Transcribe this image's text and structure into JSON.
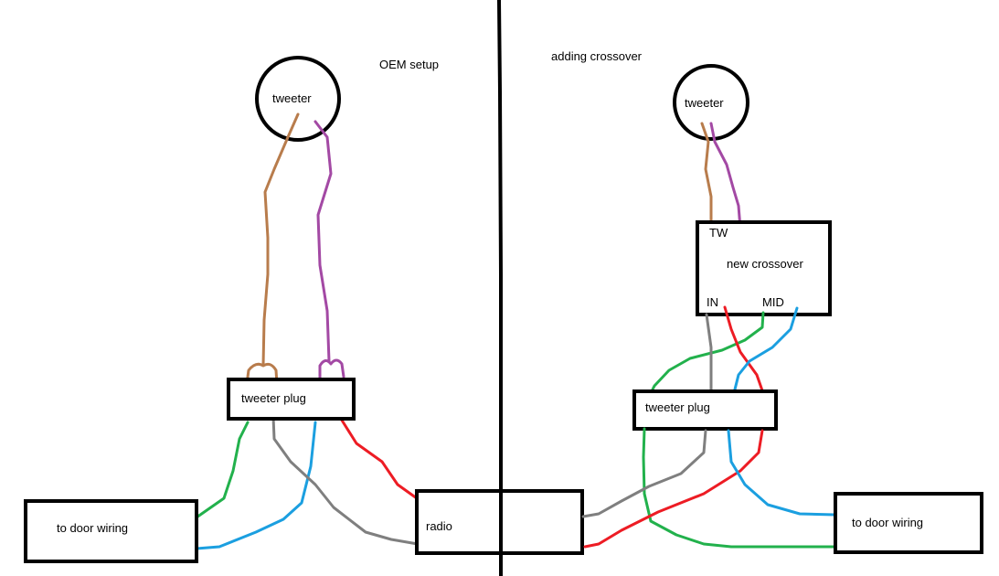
{
  "left": {
    "caption": "OEM setup",
    "tweeter": "tweeter",
    "plug": "tweeter plug",
    "door": "to door wiring",
    "radio": "radio"
  },
  "right": {
    "caption": "adding crossover",
    "tweeter": "tweeter",
    "crossover": "new crossover",
    "tw_terminal": "TW",
    "in_terminal": "IN",
    "mid_terminal": "MID",
    "plug": "tweeter plug",
    "door": "to door wiring"
  },
  "wire_colors": {
    "brown": "#b87c4c",
    "purple": "#a349a4",
    "green": "#22b14c",
    "gray": "#7f7f7f",
    "red": "#ed1c24",
    "blue": "#1b9fe0"
  }
}
